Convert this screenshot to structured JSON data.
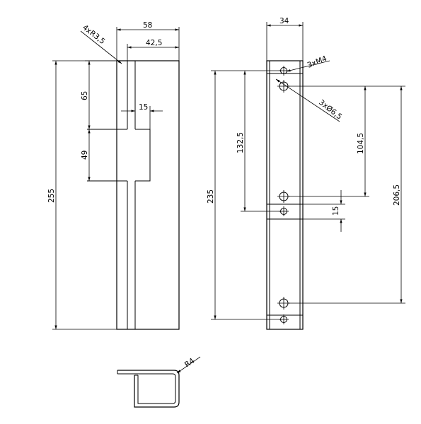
{
  "drawing": {
    "left_view": {
      "width_overall": "58",
      "width_inner": "42,5",
      "radius": "4xR3,5",
      "slot_width": "15",
      "height_top": "65",
      "height_slot": "49",
      "height_overall": "255"
    },
    "right_view": {
      "width": "34",
      "thread": "3xM4",
      "hole_dia": "3xØ6,5",
      "dist_132": "132,5",
      "dist_235": "235",
      "dist_104": "104,5",
      "dist_206": "206,5",
      "dist_15": "15"
    },
    "section_view": {
      "radius": "R4"
    }
  }
}
